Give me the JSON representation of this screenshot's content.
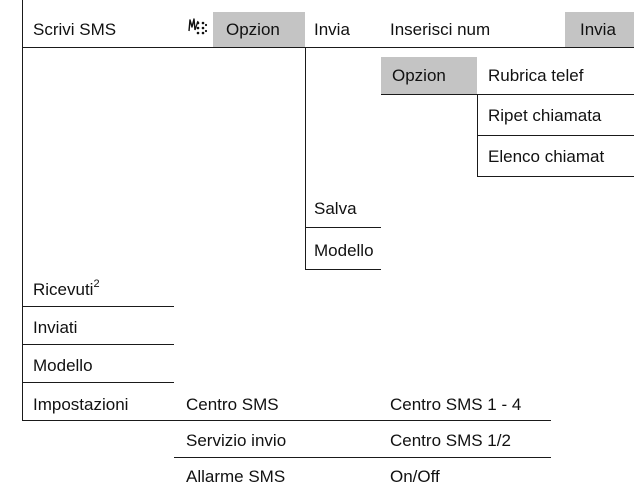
{
  "col1": {
    "scrivi_sms": "Scrivi SMS",
    "ricevuti": "Ricevuti",
    "ricevuti_sup": "2",
    "inviati": "Inviati",
    "modello": "Modello",
    "impostazioni": "Impostazioni"
  },
  "top_row": {
    "icon": "handwriting-t9-icon",
    "opzion": "Opzion",
    "invia": "Invia",
    "inserisci_num": "Inserisci num",
    "invia_softkey": "Invia"
  },
  "invia_submenu": {
    "salva": "Salva",
    "modello": "Modello"
  },
  "opzion_submenu": {
    "opzion": "Opzion",
    "rubrica": "Rubrica telef",
    "ripet": "Ripet chiamata",
    "elenco": "Elenco chiamat"
  },
  "impostazioni_submenu": {
    "centro_sms": "Centro SMS",
    "servizio_invio": "Servizio invio",
    "allarme_sms": "Allarme SMS"
  },
  "impostazioni_values": {
    "centro_sms_1_4": "Centro SMS 1 - 4",
    "centro_sms_1_2": "Centro SMS 1/2",
    "on_off": "On/Off"
  },
  "colors": {
    "highlight": "#c4c4c4",
    "line": "#1a1a1a"
  }
}
